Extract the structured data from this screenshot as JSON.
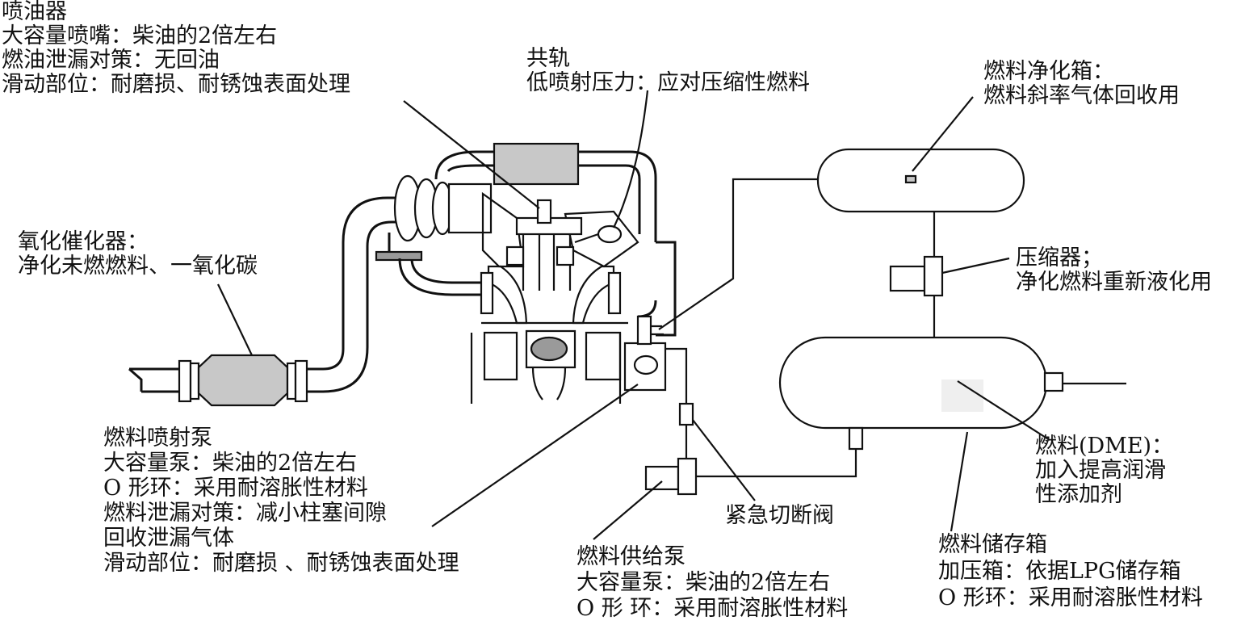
{
  "labels": {
    "injector": [
      "喷油器",
      "大容量喷嘴：柴油的2倍左右",
      "燃油泄漏对策：无回油",
      "滑动部位：耐磨损、耐锈蚀表面处理"
    ],
    "common_rail": [
      "共轨",
      "低喷射压力：应对压缩性燃料"
    ],
    "purifier_tank": [
      "燃料净化箱：",
      "燃料斜率气体回收用"
    ],
    "oxidation_catalyst": [
      "氧化催化器：",
      "净化未燃燃料、一氧化碳"
    ],
    "compressor": [
      "压缩器；",
      "净化燃料重新液化用"
    ],
    "injection_pump": [
      "燃料喷射泵",
      "大容量泵：柴油的2倍左右",
      "O 形环：采用耐溶胀性材料",
      "燃料泄漏对策：减小柱塞间隙",
      "回收泄漏气体",
      "滑动部位：耐磨损 、耐锈蚀表面处理"
    ],
    "fuel_dme": [
      "燃料(DME)：",
      "加入提高润滑",
      "性添加剂"
    ],
    "shutoff_valve": [
      "紧急切断阀"
    ],
    "supply_pump": [
      "燃料供给泵",
      "大容量泵：柴油的2倍左右",
      "O 形 环：采用耐溶胀性材料"
    ],
    "storage_tank": [
      "燃料储存箱",
      "加压箱：依据LPG储存箱",
      "O 形环：采用耐溶胀性材料"
    ]
  },
  "colors": {
    "line": "#111111",
    "fill_light": "#c8c8c8",
    "fill_dark": "#9a9a9a",
    "background": "#ffffff"
  }
}
